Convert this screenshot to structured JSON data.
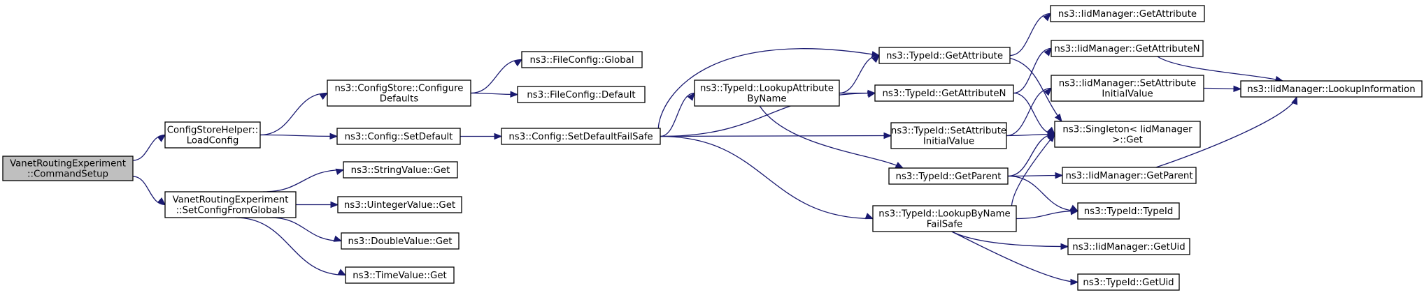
{
  "diagram": {
    "type": "call-graph",
    "colors": {
      "edge": "#191970",
      "node_fill": "#ffffff",
      "root_fill": "#bfbfbf",
      "border": "#000000"
    },
    "nodes": [
      {
        "id": "root",
        "lines": [
          "VanetRoutingExperiment",
          "::CommandSetup"
        ],
        "highlight": true
      },
      {
        "id": "csh_load",
        "lines": [
          "ConfigStoreHelper::",
          "LoadConfig"
        ]
      },
      {
        "id": "vre_setcfg",
        "lines": [
          "VanetRoutingExperiment",
          "::SetConfigFromGlobals"
        ]
      },
      {
        "id": "cs_configure",
        "lines": [
          "ns3::ConfigStore::Configure",
          "Defaults"
        ]
      },
      {
        "id": "cfg_setdefault",
        "lines": [
          "ns3::Config::SetDefault"
        ]
      },
      {
        "id": "fc_global",
        "lines": [
          "ns3::FileConfig::Global"
        ]
      },
      {
        "id": "fc_default",
        "lines": [
          "ns3::FileConfig::Default"
        ]
      },
      {
        "id": "sv_get",
        "lines": [
          "ns3::StringValue::Get"
        ]
      },
      {
        "id": "uv_get",
        "lines": [
          "ns3::UintegerValue::Get"
        ]
      },
      {
        "id": "dv_get",
        "lines": [
          "ns3::DoubleValue::Get"
        ]
      },
      {
        "id": "tv_get",
        "lines": [
          "ns3::TimeValue::Get"
        ]
      },
      {
        "id": "cfg_sdfs",
        "lines": [
          "ns3::Config::SetDefaultFailSafe"
        ]
      },
      {
        "id": "tid_lookupattr",
        "lines": [
          "ns3::TypeId::LookupAttribute",
          "ByName"
        ]
      },
      {
        "id": "tid_lookupbyname",
        "lines": [
          "ns3::TypeId::LookupByName",
          "FailSafe"
        ]
      },
      {
        "id": "tid_getattr",
        "lines": [
          "ns3::TypeId::GetAttribute"
        ]
      },
      {
        "id": "tid_getattrn",
        "lines": [
          "ns3::TypeId::GetAttributeN"
        ]
      },
      {
        "id": "tid_setattrinit",
        "lines": [
          "ns3::TypeId::SetAttribute",
          "InitialValue"
        ]
      },
      {
        "id": "tid_getparent",
        "lines": [
          "ns3::TypeId::GetParent"
        ]
      },
      {
        "id": "iid_getattr",
        "lines": [
          "ns3::IidManager::GetAttribute"
        ]
      },
      {
        "id": "iid_getattrn",
        "lines": [
          "ns3::IidManager::GetAttributeN"
        ]
      },
      {
        "id": "iid_setattrinit",
        "lines": [
          "ns3::IidManager::SetAttribute",
          "InitialValue"
        ]
      },
      {
        "id": "singleton_get",
        "lines": [
          "ns3::Singleton< IidManager",
          ">::Get"
        ]
      },
      {
        "id": "iid_getparent",
        "lines": [
          "ns3::IidManager::GetParent"
        ]
      },
      {
        "id": "tid_typeid",
        "lines": [
          "ns3::TypeId::TypeId"
        ]
      },
      {
        "id": "iid_getuid",
        "lines": [
          "ns3::IidManager::GetUid"
        ]
      },
      {
        "id": "tid_getuid",
        "lines": [
          "ns3::TypeId::GetUid"
        ]
      },
      {
        "id": "iid_lookupinfo",
        "lines": [
          "ns3::IidManager::LookupInformation"
        ]
      }
    ],
    "edges": [
      [
        "root",
        "csh_load"
      ],
      [
        "root",
        "vre_setcfg"
      ],
      [
        "csh_load",
        "cs_configure"
      ],
      [
        "csh_load",
        "cfg_setdefault"
      ],
      [
        "cs_configure",
        "fc_global"
      ],
      [
        "cs_configure",
        "fc_default"
      ],
      [
        "vre_setcfg",
        "sv_get"
      ],
      [
        "vre_setcfg",
        "uv_get"
      ],
      [
        "vre_setcfg",
        "dv_get"
      ],
      [
        "vre_setcfg",
        "tv_get"
      ],
      [
        "cfg_setdefault",
        "cfg_sdfs"
      ],
      [
        "cfg_sdfs",
        "tid_getattr"
      ],
      [
        "cfg_sdfs",
        "tid_lookupattr"
      ],
      [
        "cfg_sdfs",
        "tid_getattrn"
      ],
      [
        "cfg_sdfs",
        "tid_setattrinit"
      ],
      [
        "cfg_sdfs",
        "tid_lookupbyname"
      ],
      [
        "tid_lookupattr",
        "tid_getattr"
      ],
      [
        "tid_lookupattr",
        "tid_getattrn"
      ],
      [
        "tid_lookupattr",
        "tid_getparent"
      ],
      [
        "tid_getattr",
        "iid_getattr"
      ],
      [
        "tid_getattr",
        "singleton_get"
      ],
      [
        "tid_getattrn",
        "iid_getattrn"
      ],
      [
        "tid_getattrn",
        "singleton_get"
      ],
      [
        "tid_setattrinit",
        "iid_setattrinit"
      ],
      [
        "tid_setattrinit",
        "singleton_get"
      ],
      [
        "tid_getparent",
        "singleton_get"
      ],
      [
        "tid_getparent",
        "iid_getparent"
      ],
      [
        "tid_getparent",
        "tid_typeid"
      ],
      [
        "tid_lookupbyname",
        "singleton_get"
      ],
      [
        "tid_lookupbyname",
        "tid_typeid"
      ],
      [
        "tid_lookupbyname",
        "iid_getuid"
      ],
      [
        "tid_lookupbyname",
        "tid_getuid"
      ],
      [
        "iid_getattrn",
        "iid_lookupinfo"
      ],
      [
        "iid_setattrinit",
        "iid_lookupinfo"
      ],
      [
        "iid_getparent",
        "iid_lookupinfo"
      ]
    ]
  }
}
